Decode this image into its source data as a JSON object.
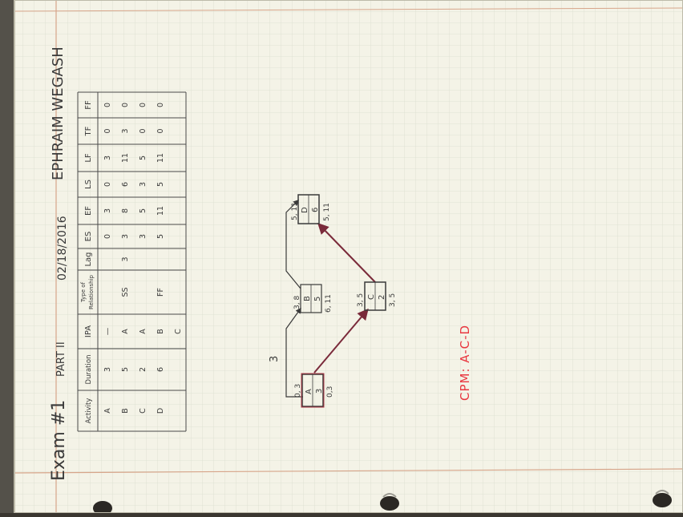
{
  "header": {
    "exam_title": "Exam #1",
    "part": "PART II",
    "date": "02/18/2016",
    "author": "EPHRAIM WEGASH"
  },
  "table": {
    "columns": [
      "Activity",
      "Duration",
      "IPA",
      "Type of Relationship",
      "Lag",
      "ES",
      "EF",
      "LS",
      "LF",
      "TF",
      "FF"
    ],
    "rows": [
      [
        "A",
        "3",
        "—",
        "",
        "",
        "0",
        "3",
        "0",
        "3",
        "0",
        "0"
      ],
      [
        "B",
        "5",
        "A",
        "SS",
        "3",
        "3",
        "8",
        "6",
        "11",
        "3",
        "0"
      ],
      [
        "C",
        "2",
        "A",
        "",
        "",
        "3",
        "5",
        "3",
        "5",
        "0",
        "0"
      ],
      [
        "D",
        "6",
        "B",
        "FF",
        "",
        "5",
        "11",
        "5",
        "11",
        "0",
        "0"
      ],
      [
        "",
        "",
        "C",
        "",
        "",
        "",
        "",
        "",
        "",
        "",
        ""
      ]
    ]
  },
  "network": {
    "nodes": [
      {
        "id": "A",
        "duration": "3",
        "es_ef": "0, 3",
        "ls_lf": "0,3"
      },
      {
        "id": "B",
        "duration": "5",
        "es_ef": "3, 8",
        "ls_lf": "6, 11"
      },
      {
        "id": "C",
        "duration": "2",
        "es_ef": "3, 5",
        "ls_lf": "3, 5"
      },
      {
        "id": "D",
        "duration": "6",
        "es_ef": "5, 11",
        "ls_lf": "5, 11"
      }
    ],
    "lag_label": "3"
  },
  "cpm": "CPM: A-C-D",
  "colors": {
    "paper": "#f4f3e7",
    "grid": "#d8dccd",
    "ink": "#3a3a3a",
    "red_ink": "#e8363f",
    "arrow": "#7a2a3a"
  }
}
